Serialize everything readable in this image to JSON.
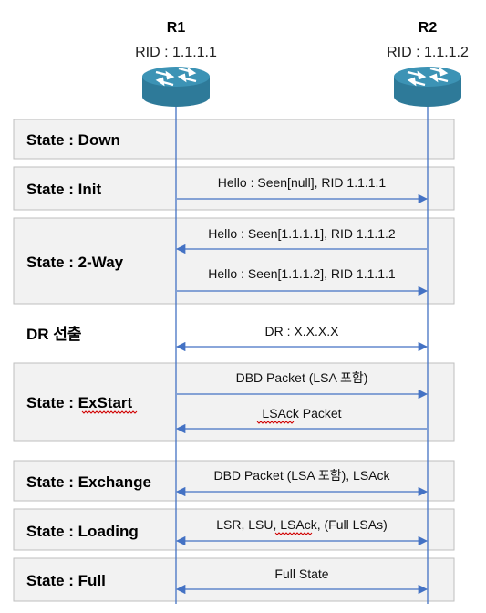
{
  "routers": [
    {
      "name": "R1",
      "rid": "RID : 1.1.1.1"
    },
    {
      "name": "R2",
      "rid": "RID : 1.1.1.2"
    }
  ],
  "phases": [
    {
      "label": "State : Down",
      "banded": true,
      "messages": []
    },
    {
      "label": "State : Init",
      "banded": true,
      "messages": [
        {
          "text": "Hello : Seen[null], RID 1.1.1.1",
          "direction": "right"
        }
      ]
    },
    {
      "label": "State : 2-Way",
      "banded": true,
      "messages": [
        {
          "text": "Hello : Seen[1.1.1.1], RID 1.1.1.2",
          "direction": "left"
        },
        {
          "text": "Hello : Seen[1.1.1.2], RID 1.1.1.1",
          "direction": "right"
        }
      ]
    },
    {
      "label": "DR 선출",
      "banded": false,
      "messages": [
        {
          "text": "DR : X.X.X.X",
          "direction": "both"
        }
      ]
    },
    {
      "label": "State : ExStart",
      "banded": true,
      "messages": [
        {
          "text": "DBD Packet (LSA 포함)",
          "direction": "right"
        },
        {
          "text": "LSAck Packet",
          "direction": "left"
        }
      ]
    },
    {
      "label": "State : Exchange",
      "banded": true,
      "messages": [
        {
          "text": "DBD Packet (LSA 포함), LSAck",
          "direction": "both"
        }
      ]
    },
    {
      "label": "State : Loading",
      "banded": true,
      "messages": [
        {
          "text": "LSR, LSU, LSAck, (Full LSAs)",
          "direction": "both"
        }
      ]
    },
    {
      "label": "State : Full",
      "banded": true,
      "messages": [
        {
          "text": "Full State",
          "direction": "both"
        }
      ]
    }
  ],
  "colors": {
    "lifeline": "#4472c4",
    "router_body": "#2e7a99",
    "router_top": "#3c93b5",
    "band_fill": "#f2f2f2",
    "band_border": "#bfbfbf",
    "spellcheck": "#d00000"
  },
  "icons": [
    "router-icon"
  ]
}
